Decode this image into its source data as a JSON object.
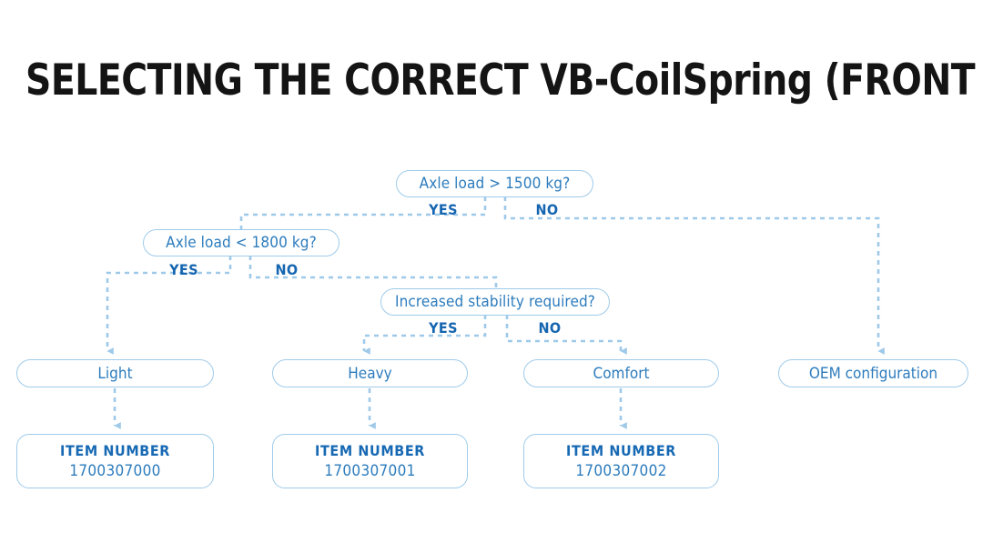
{
  "page": {
    "title": "SELECTING THE CORRECT VB-CoilSpring (FRONT AXLE)",
    "background_color": "#ffffff",
    "accent_color": "#2d7cbd",
    "branch_label_color": "#1565b0",
    "connector_color": "#9ec9e9",
    "border_color": "#9fcbea"
  },
  "decisions": [
    {
      "id": "axle-load-gt-1500",
      "question": "Axle load > 1500 kg?",
      "yes_label": "YES",
      "no_label": "NO"
    },
    {
      "id": "axle-load-lt-1800",
      "question": "Axle load < 1800 kg?",
      "yes_label": "YES",
      "no_label": "NO"
    },
    {
      "id": "increased-stability",
      "question": "Increased stability required?",
      "yes_label": "YES",
      "no_label": "NO"
    }
  ],
  "results": [
    {
      "id": "light",
      "label": "Light"
    },
    {
      "id": "heavy",
      "label": "Heavy"
    },
    {
      "id": "comfort",
      "label": "Comfort"
    },
    {
      "id": "oem",
      "label": "OEM configuration"
    }
  ],
  "item_numbers": [
    {
      "id": "item-light",
      "label": "ITEM NUMBER",
      "value": "1700307000"
    },
    {
      "id": "item-heavy",
      "label": "ITEM NUMBER",
      "value": "1700307001"
    },
    {
      "id": "item-comfort",
      "label": "ITEM NUMBER",
      "value": "1700307002"
    }
  ]
}
